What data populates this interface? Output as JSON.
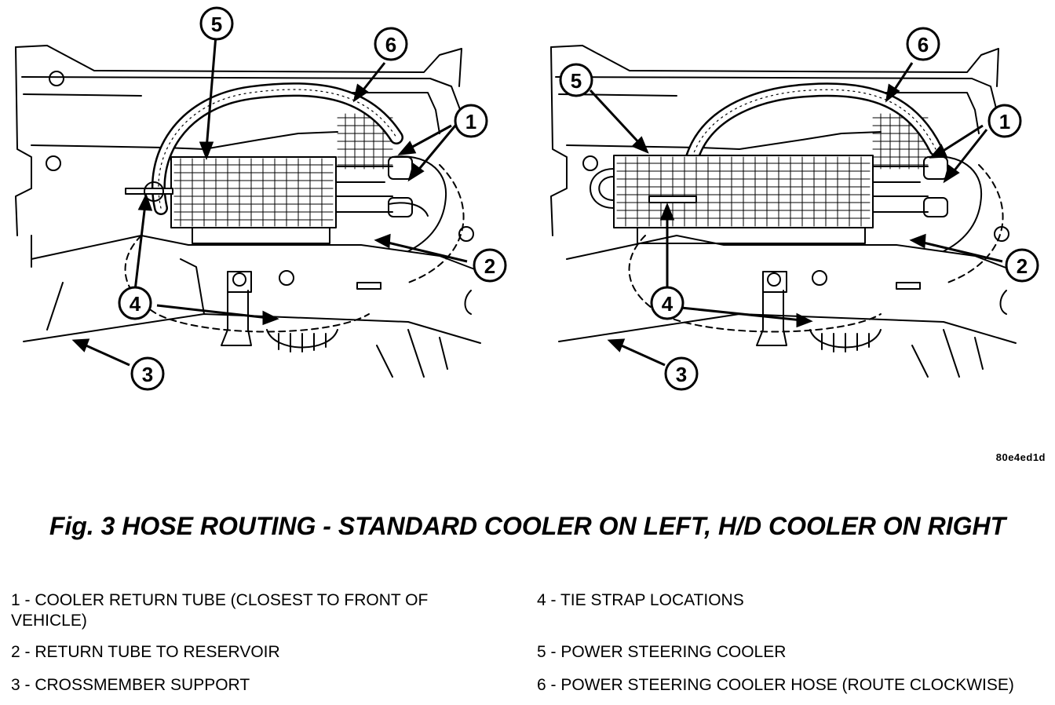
{
  "figure": {
    "reference_code": "80e4ed1d",
    "caption": "Fig. 3 HOSE ROUTING - STANDARD COOLER ON LEFT, H/D COOLER ON RIGHT",
    "callouts": [
      "1",
      "2",
      "3",
      "4",
      "5",
      "6"
    ]
  },
  "legend": {
    "left": [
      "1 - COOLER RETURN TUBE (CLOSEST TO FRONT OF VEHICLE)",
      "2 - RETURN TUBE TO RESERVOIR",
      "3 - CROSSMEMBER SUPPORT"
    ],
    "right": [
      "4 - TIE STRAP LOCATIONS",
      "5 - POWER STEERING COOLER",
      "6 - POWER STEERING COOLER HOSE (ROUTE CLOCKWISE)"
    ]
  }
}
